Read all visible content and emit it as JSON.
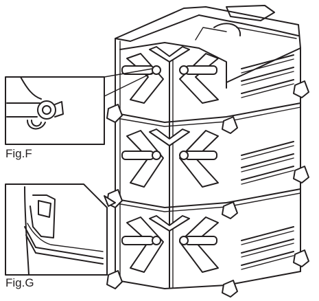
{
  "figure": {
    "callouts": [
      {
        "id": "F",
        "label": "Fig.F",
        "subject": "cam-lock-bolt-detail-icon"
      },
      {
        "id": "G",
        "label": "Fig.G",
        "subject": "stacking-hook-detail-icon"
      }
    ],
    "main_illustration": "stacked-amplifier-rack-icon",
    "tier_count": 3
  }
}
